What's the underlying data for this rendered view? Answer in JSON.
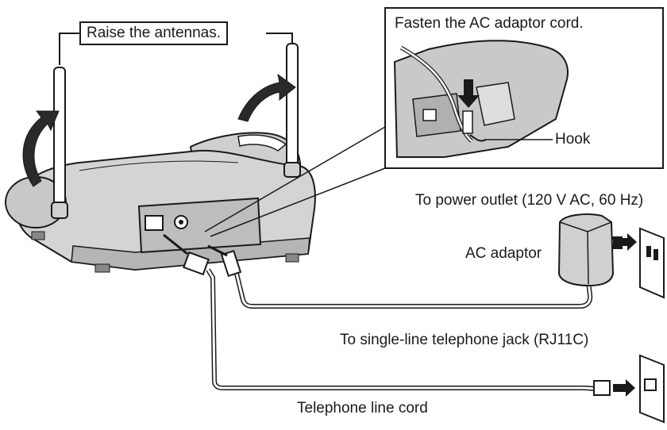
{
  "labels": {
    "raise_antennas": "Raise the antennas.",
    "fasten_cord": "Fasten the AC adaptor cord.",
    "hook": "Hook",
    "power_outlet": "To power outlet (120 V AC, 60 Hz)",
    "ac_adaptor": "AC adaptor",
    "phone_jack": "To single-line telephone jack (RJ11C)",
    "line_cord": "Telephone line cord"
  },
  "colors": {
    "line": "#1a1a1a",
    "body_fill": "#d9d9d9",
    "body_dark": "#9a9a9a",
    "cord_fill": "#ffffff"
  }
}
